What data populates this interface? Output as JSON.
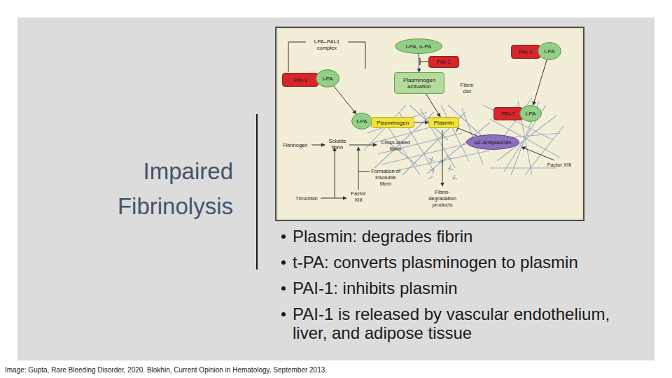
{
  "diagram": {
    "title": "Impaired Fibrinolysis",
    "caption": "Image: Gupta, Rare Bleeding Disorder, 2020. Blokhin, Current Opinion in Hematology, September 2013.",
    "nodes": [
      {
        "text": [
          "PAI-1"
        ]
      },
      {
        "text": [
          "t-PA"
        ]
      },
      {
        "text": [
          "t-PA, u-PA"
        ]
      },
      {
        "text": [
          "PAI-1"
        ]
      },
      {
        "text": [
          "Plasminogen activation"
        ]
      },
      {
        "text": [
          "PAI-1"
        ]
      },
      {
        "text": [
          "t-PA"
        ]
      },
      {
        "text": [
          "t-PA"
        ]
      },
      {
        "text": [
          "Plasminogen"
        ]
      },
      {
        "text": [
          "Plasmin"
        ]
      },
      {
        "text": [
          "PAI-1"
        ]
      },
      {
        "text": [
          "t-PA"
        ]
      },
      {
        "text": [
          "α2-Antiplasmin"
        ]
      }
    ],
    "edges": [
      {
        "from": 1,
        "to": 7,
        "arrow": "to"
      },
      {
        "from": 2,
        "to": 4,
        "arrow": "to"
      },
      {
        "from": 4,
        "to": 9,
        "arrow": "to"
      },
      {
        "from": 8,
        "to": 9,
        "arrow": "to"
      },
      {
        "from": 6,
        "to": 11,
        "arrow": "to"
      },
      {
        "from": 12,
        "to": 9,
        "arrow": "none"
      }
    ],
    "labels": [
      "t-PA–PAI-1 complex",
      "Fibrin clot",
      "Fibrinogen",
      "Soluble fibrin",
      "Cross-linked fibrin",
      "Factor XIII",
      "Formation of insoluble fibrin",
      "Thrombin",
      "Factor XIII",
      "Fibrin-degradation products",
      "Plasmin: degrades fibrin",
      "t-PA: converts plasminogen to plasmin",
      "PAI-1: inhibits plasmin",
      "PAI-1 is released by vascular endothelium, liver, and adipose tissue"
    ]
  }
}
